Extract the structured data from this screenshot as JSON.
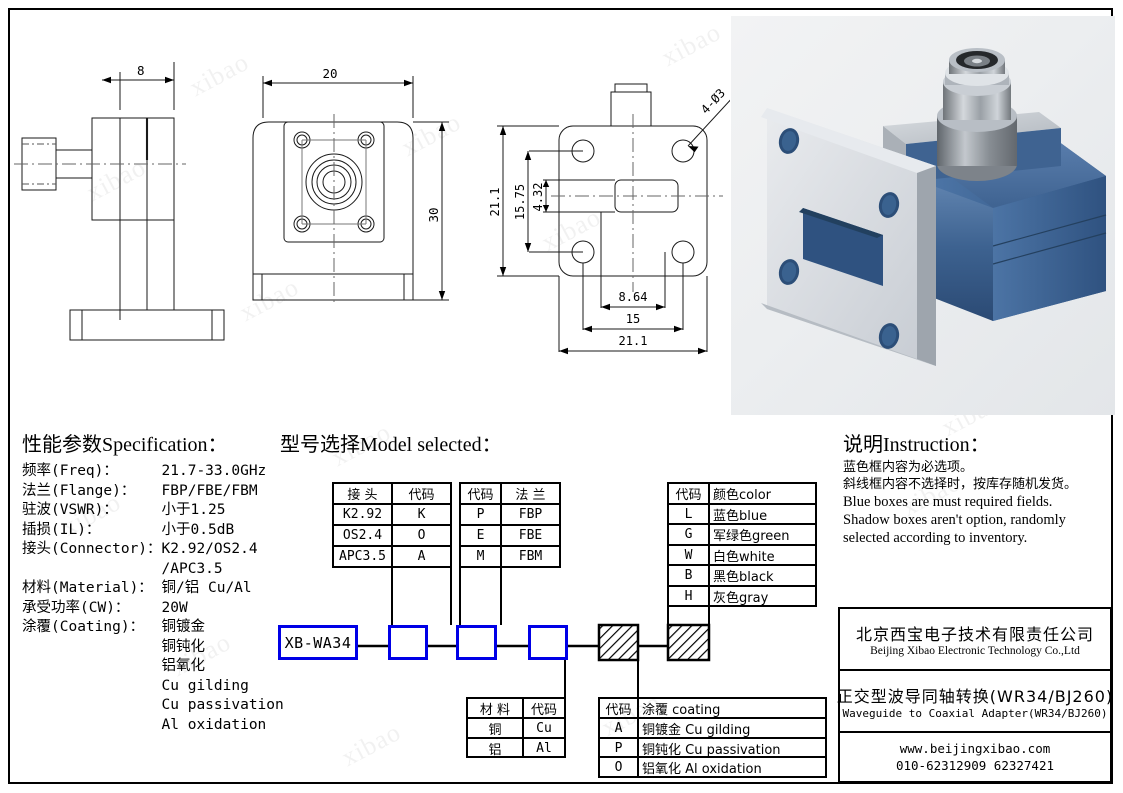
{
  "spec": {
    "heading": "性能参数Specification：",
    "rows": [
      {
        "key": "频率(Freq)：",
        "val": "21.7-33.0GHz"
      },
      {
        "key": "法兰(Flange)：",
        "val": "FBP/FBE/FBM"
      },
      {
        "key": "驻波(VSWR)：",
        "val": "小于1.25"
      },
      {
        "key": "插损(IL)：",
        "val": "小于0.5dB"
      },
      {
        "key": "接头(Connector)：",
        "val": "K2.92/OS2.4"
      },
      {
        "key": "",
        "val": "/APC3.5"
      },
      {
        "key": "材料(Material)：",
        "val": "铜/铝 Cu/Al"
      },
      {
        "key": "承受功率(CW)：",
        "val": "20W"
      },
      {
        "key": "涂覆(Coating)：",
        "val": "铜镀金"
      },
      {
        "key": "",
        "val": "铜钝化"
      },
      {
        "key": "",
        "val": "铝氧化"
      },
      {
        "key": "",
        "val": "Cu gilding"
      },
      {
        "key": "",
        "val": "Cu passivation"
      },
      {
        "key": "",
        "val": "Al oxidation"
      }
    ]
  },
  "model": {
    "heading": "型号选择Model selected：",
    "base_code": "XB-WA34",
    "connector_table": {
      "headers": [
        "接 头",
        "代码"
      ],
      "rows": [
        [
          "K2.92",
          "K"
        ],
        [
          "OS2.4",
          "O"
        ],
        [
          "APC3.5",
          "A"
        ]
      ]
    },
    "flange_table": {
      "headers": [
        "代码",
        "法 兰"
      ],
      "rows": [
        [
          "P",
          "FBP"
        ],
        [
          "E",
          "FBE"
        ],
        [
          "M",
          "FBM"
        ]
      ]
    },
    "material_table": {
      "headers": [
        "材 料",
        "代码"
      ],
      "rows": [
        [
          "铜",
          "Cu"
        ],
        [
          "铝",
          "Al"
        ]
      ]
    },
    "coating_table": {
      "headers": [
        "代码",
        "涂覆 coating"
      ],
      "rows": [
        [
          "A",
          "铜镀金 Cu gilding"
        ],
        [
          "P",
          "铜钝化 Cu passivation"
        ],
        [
          "O",
          "铝氧化 Al oxidation"
        ]
      ]
    },
    "color_table": {
      "headers": [
        "代码",
        "颜色color"
      ],
      "rows": [
        [
          "L",
          "蓝色blue"
        ],
        [
          "G",
          "军绿色green"
        ],
        [
          "W",
          "白色white"
        ],
        [
          "B",
          "黑色black"
        ],
        [
          "H",
          "灰色gray"
        ]
      ]
    },
    "blue_box_color": "#0000E6",
    "box_count_blue": 4,
    "box_count_hatched": 2
  },
  "instruction": {
    "heading": "说明Instruction：",
    "cn_lines": [
      "蓝色框内容为必选项。",
      "斜线框内容不选择时，按库存随机发货。"
    ],
    "en_lines": [
      "Blue boxes are must required fields.",
      "Shadow boxes aren't option, randomly",
      "selected according to inventory."
    ]
  },
  "title_block": {
    "company_cn": "北京西宝电子技术有限责任公司",
    "company_en": "Beijing Xibao Electronic Technology Co.,Ltd",
    "product_cn": "正交型波导同轴转换(WR34/BJ260)",
    "product_en": "Waveguide to Coaxial Adapter(WR34/BJ260)",
    "website": "www.beijingxibao.com",
    "phone": "010-62312909  62327421"
  },
  "drawing": {
    "dim_side_width": "8",
    "dim_front_width": "20",
    "dim_front_height": "30",
    "dim_flange_outer_v": "21.1",
    "dim_flange_hole_v": "15.75",
    "dim_window_h": "4.32",
    "dim_window_w": "8.64",
    "dim_hole_pitch": "15",
    "dim_flange_outer_h": "21.1",
    "hole_note": "4-Ø3"
  },
  "watermark": {
    "text": "xibao"
  }
}
